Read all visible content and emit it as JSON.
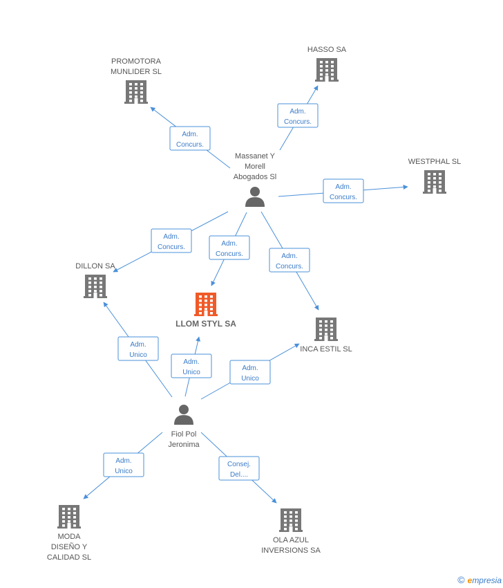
{
  "colors": {
    "edge": "#4a90d9",
    "company": "#777777",
    "focus": "#f05a28",
    "person": "#666666"
  },
  "nodes": [
    {
      "id": "llom",
      "type": "company",
      "focus": true,
      "lines": [
        "LLOM STYL SA"
      ]
    },
    {
      "id": "promotora",
      "type": "company",
      "lines": [
        "PROMOTORA",
        "MUNLIDER  SL"
      ]
    },
    {
      "id": "hasso",
      "type": "company",
      "lines": [
        "HASSO SA"
      ]
    },
    {
      "id": "westphal",
      "type": "company",
      "lines": [
        "WESTPHAL SL"
      ]
    },
    {
      "id": "dillon",
      "type": "company",
      "lines": [
        "DILLON SA"
      ]
    },
    {
      "id": "inca",
      "type": "company",
      "lines": [
        "INCA ESTIL SL"
      ]
    },
    {
      "id": "moda",
      "type": "company",
      "lines": [
        "MODA",
        "DISEÑO Y",
        "CALIDAD SL"
      ]
    },
    {
      "id": "ola",
      "type": "company",
      "lines": [
        "OLA AZUL",
        "INVERSIONS SA"
      ]
    },
    {
      "id": "massanet",
      "type": "person",
      "lines": [
        "Massanet Y",
        "Morell",
        "Abogados Sl"
      ]
    },
    {
      "id": "fiol",
      "type": "person",
      "lines": [
        "Fiol Pol",
        "Jeronima"
      ]
    }
  ],
  "edges": [
    {
      "from": "massanet",
      "to": "promotora",
      "label": [
        "Adm.",
        "Concurs."
      ]
    },
    {
      "from": "massanet",
      "to": "hasso",
      "label": [
        "Adm.",
        "Concurs."
      ]
    },
    {
      "from": "massanet",
      "to": "westphal",
      "label": [
        "Adm.",
        "Concurs."
      ]
    },
    {
      "from": "massanet",
      "to": "dillon",
      "label": [
        "Adm.",
        "Concurs."
      ]
    },
    {
      "from": "massanet",
      "to": "llom",
      "label": [
        "Adm.",
        "Concurs."
      ]
    },
    {
      "from": "massanet",
      "to": "inca",
      "label": [
        "Adm.",
        "Concurs."
      ]
    },
    {
      "from": "fiol",
      "to": "dillon",
      "label": [
        "Adm.",
        "Unico"
      ]
    },
    {
      "from": "fiol",
      "to": "llom",
      "label": [
        "Adm.",
        "Unico"
      ]
    },
    {
      "from": "fiol",
      "to": "inca",
      "label": [
        "Adm.",
        "Unico"
      ]
    },
    {
      "from": "fiol",
      "to": "moda",
      "label": [
        "Adm.",
        "Unico"
      ]
    },
    {
      "from": "fiol",
      "to": "ola",
      "label": [
        "Consej.",
        "Del...."
      ]
    }
  ],
  "credit": {
    "symbol": "©",
    "brand_initial": "e",
    "brand_rest": "mpresia"
  }
}
